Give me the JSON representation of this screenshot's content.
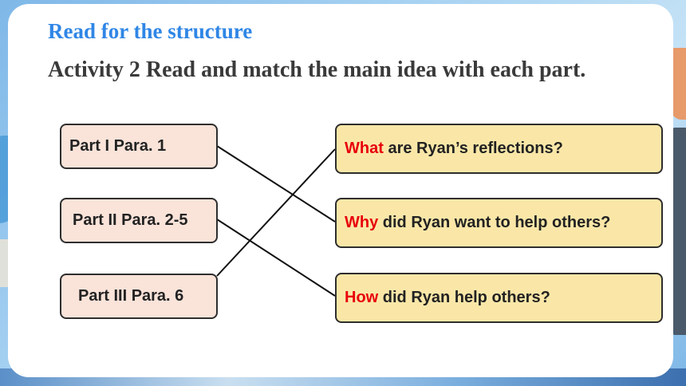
{
  "section_title": "Read for the structure",
  "activity_title": "Activity 2 Read and match the main idea with each part.",
  "parts": [
    {
      "label": "Part I Para. 1"
    },
    {
      "label": "Part II Para. 2-5"
    },
    {
      "label": "Part III Para. 6"
    }
  ],
  "questions": [
    {
      "wh": "What",
      "rest": " are Ryan’s reflections?"
    },
    {
      "wh": "Why",
      "rest": " did Ryan want to help others?"
    },
    {
      "wh": "How",
      "rest": " did Ryan help others?"
    }
  ],
  "colors": {
    "title_blue": "#2f86e6",
    "wh_red": "#e8000b",
    "part_fill": "#fae3d9",
    "question_fill": "#fae7a8"
  }
}
